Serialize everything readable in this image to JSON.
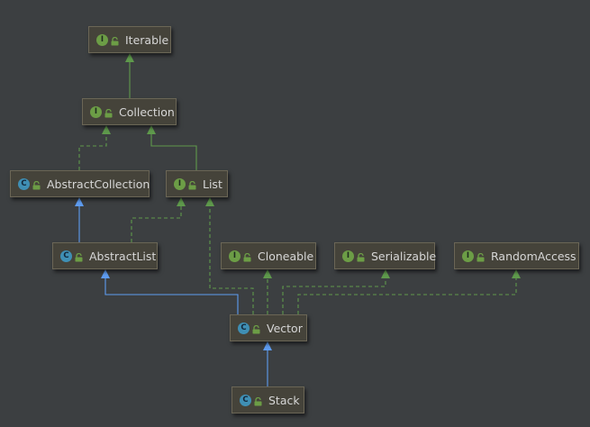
{
  "colors": {
    "background": "#3c3f41",
    "interface_edge": "#5f9a4c",
    "class_edge": "#5e9cf0",
    "node_fill": "#45433a",
    "node_border": "#6b6656"
  },
  "nodes": [
    {
      "id": "iterable",
      "label": "Iterable",
      "kind": "interface",
      "kind_letter": "I"
    },
    {
      "id": "collection",
      "label": "Collection",
      "kind": "interface",
      "kind_letter": "I"
    },
    {
      "id": "abstractcollection",
      "label": "AbstractCollection",
      "kind": "class",
      "kind_letter": "C"
    },
    {
      "id": "list",
      "label": "List",
      "kind": "interface",
      "kind_letter": "I"
    },
    {
      "id": "abstractlist",
      "label": "AbstractList",
      "kind": "class",
      "kind_letter": "C"
    },
    {
      "id": "cloneable",
      "label": "Cloneable",
      "kind": "interface",
      "kind_letter": "I"
    },
    {
      "id": "serializable",
      "label": "Serializable",
      "kind": "interface",
      "kind_letter": "I"
    },
    {
      "id": "randomaccess",
      "label": "RandomAccess",
      "kind": "interface",
      "kind_letter": "I"
    },
    {
      "id": "vector",
      "label": "Vector",
      "kind": "class",
      "kind_letter": "C"
    },
    {
      "id": "stack",
      "label": "Stack",
      "kind": "class",
      "kind_letter": "C"
    }
  ],
  "edges": [
    {
      "from": "collection",
      "to": "iterable",
      "relation": "extends",
      "style": "solid",
      "color": "green"
    },
    {
      "from": "abstractcollection",
      "to": "collection",
      "relation": "implements",
      "style": "dashed",
      "color": "green"
    },
    {
      "from": "list",
      "to": "collection",
      "relation": "extends",
      "style": "solid",
      "color": "green"
    },
    {
      "from": "abstractlist",
      "to": "abstractcollection",
      "relation": "extends",
      "style": "solid",
      "color": "blue"
    },
    {
      "from": "abstractlist",
      "to": "list",
      "relation": "implements",
      "style": "dashed",
      "color": "green"
    },
    {
      "from": "vector",
      "to": "abstractlist",
      "relation": "extends",
      "style": "solid",
      "color": "blue"
    },
    {
      "from": "vector",
      "to": "list",
      "relation": "implements",
      "style": "dashed",
      "color": "green"
    },
    {
      "from": "vector",
      "to": "cloneable",
      "relation": "implements",
      "style": "dashed",
      "color": "green"
    },
    {
      "from": "vector",
      "to": "serializable",
      "relation": "implements",
      "style": "dashed",
      "color": "green"
    },
    {
      "from": "vector",
      "to": "randomaccess",
      "relation": "implements",
      "style": "dashed",
      "color": "green"
    },
    {
      "from": "stack",
      "to": "vector",
      "relation": "extends",
      "style": "solid",
      "color": "blue"
    }
  ]
}
